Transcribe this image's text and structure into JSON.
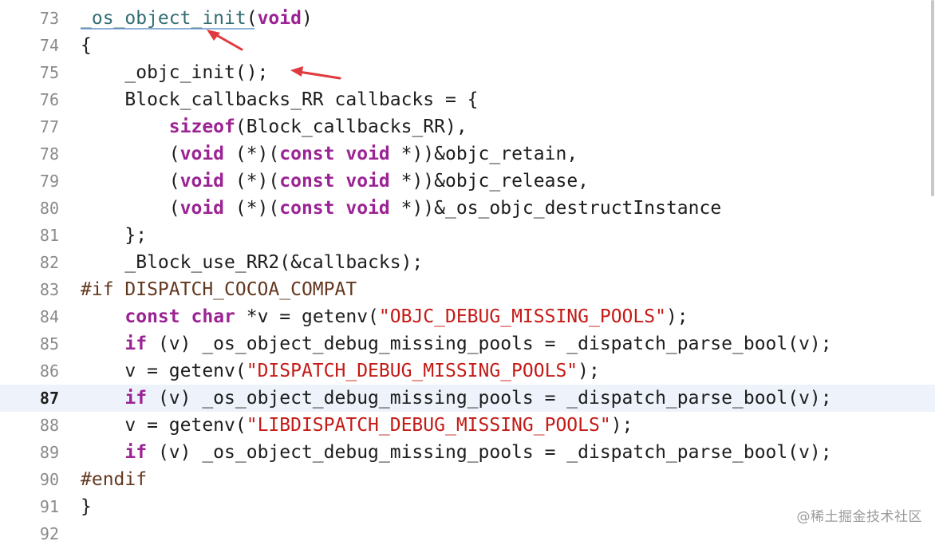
{
  "editor": {
    "lines": [
      {
        "number": "73",
        "tokens": [
          {
            "t": "_os_object_init",
            "c": "fn"
          },
          {
            "t": "(",
            "c": "plain"
          },
          {
            "t": "void",
            "c": "kw"
          },
          {
            "t": ")",
            "c": "plain"
          }
        ]
      },
      {
        "number": "74",
        "tokens": [
          {
            "t": "{",
            "c": "plain"
          }
        ]
      },
      {
        "number": "75",
        "tokens": [
          {
            "t": "    _objc_init();",
            "c": "plain"
          }
        ]
      },
      {
        "number": "76",
        "tokens": [
          {
            "t": "    Block_callbacks_RR callbacks = {",
            "c": "plain"
          }
        ]
      },
      {
        "number": "77",
        "tokens": [
          {
            "t": "        ",
            "c": "plain"
          },
          {
            "t": "sizeof",
            "c": "kw"
          },
          {
            "t": "(Block_callbacks_RR),",
            "c": "plain"
          }
        ]
      },
      {
        "number": "78",
        "tokens": [
          {
            "t": "        (",
            "c": "plain"
          },
          {
            "t": "void",
            "c": "kw"
          },
          {
            "t": " (*)(",
            "c": "plain"
          },
          {
            "t": "const",
            "c": "kw"
          },
          {
            "t": " ",
            "c": "plain"
          },
          {
            "t": "void",
            "c": "kw"
          },
          {
            "t": " *))&objc_retain,",
            "c": "plain"
          }
        ]
      },
      {
        "number": "79",
        "tokens": [
          {
            "t": "        (",
            "c": "plain"
          },
          {
            "t": "void",
            "c": "kw"
          },
          {
            "t": " (*)(",
            "c": "plain"
          },
          {
            "t": "const",
            "c": "kw"
          },
          {
            "t": " ",
            "c": "plain"
          },
          {
            "t": "void",
            "c": "kw"
          },
          {
            "t": " *))&objc_release,",
            "c": "plain"
          }
        ]
      },
      {
        "number": "80",
        "tokens": [
          {
            "t": "        (",
            "c": "plain"
          },
          {
            "t": "void",
            "c": "kw"
          },
          {
            "t": " (*)(",
            "c": "plain"
          },
          {
            "t": "const",
            "c": "kw"
          },
          {
            "t": " ",
            "c": "plain"
          },
          {
            "t": "void",
            "c": "kw"
          },
          {
            "t": " *))&_os_objc_destructInstance",
            "c": "plain"
          }
        ]
      },
      {
        "number": "81",
        "tokens": [
          {
            "t": "    };",
            "c": "plain"
          }
        ]
      },
      {
        "number": "82",
        "tokens": [
          {
            "t": "    _Block_use_RR2(&callbacks);",
            "c": "plain"
          }
        ]
      },
      {
        "number": "83",
        "tokens": [
          {
            "t": "#if DISPATCH_COCOA_COMPAT",
            "c": "pp"
          }
        ]
      },
      {
        "number": "84",
        "tokens": [
          {
            "t": "    ",
            "c": "plain"
          },
          {
            "t": "const",
            "c": "kw"
          },
          {
            "t": " ",
            "c": "plain"
          },
          {
            "t": "char",
            "c": "kw"
          },
          {
            "t": " *v = getenv(",
            "c": "plain"
          },
          {
            "t": "\"OBJC_DEBUG_MISSING_POOLS\"",
            "c": "str"
          },
          {
            "t": ");",
            "c": "plain"
          }
        ]
      },
      {
        "number": "85",
        "tokens": [
          {
            "t": "    ",
            "c": "plain"
          },
          {
            "t": "if",
            "c": "kw"
          },
          {
            "t": " (v) _os_object_debug_missing_pools = _dispatch_parse_bool(v);",
            "c": "plain"
          }
        ]
      },
      {
        "number": "86",
        "tokens": [
          {
            "t": "    v = getenv(",
            "c": "plain"
          },
          {
            "t": "\"DISPATCH_DEBUG_MISSING_POOLS\"",
            "c": "str"
          },
          {
            "t": ");",
            "c": "plain"
          }
        ]
      },
      {
        "number": "87",
        "current": true,
        "tokens": [
          {
            "t": "    ",
            "c": "plain"
          },
          {
            "t": "if",
            "c": "kw"
          },
          {
            "t": " (v) _os_object_debug_missing_pools = _dispatch_parse_bool(v);",
            "c": "plain"
          }
        ]
      },
      {
        "number": "88",
        "tokens": [
          {
            "t": "    v = getenv(",
            "c": "plain"
          },
          {
            "t": "\"LIBDISPATCH_DEBUG_MISSING_POOLS\"",
            "c": "str"
          },
          {
            "t": ");",
            "c": "plain"
          }
        ]
      },
      {
        "number": "89",
        "tokens": [
          {
            "t": "    ",
            "c": "plain"
          },
          {
            "t": "if",
            "c": "kw"
          },
          {
            "t": " (v) _os_object_debug_missing_pools = _dispatch_parse_bool(v);",
            "c": "plain"
          }
        ]
      },
      {
        "number": "90",
        "tokens": [
          {
            "t": "#endif",
            "c": "pp"
          }
        ]
      },
      {
        "number": "91",
        "tokens": [
          {
            "t": "}",
            "c": "plain"
          }
        ]
      },
      {
        "number": "92",
        "tokens": []
      }
    ]
  },
  "watermark": "@稀土掘金技术社区",
  "colors": {
    "keyword": "#9b2393",
    "string": "#c41a16",
    "preprocessor": "#643820",
    "function_name": "#326d74",
    "plain": "#1d1d1d",
    "line_number": "#8a8a8a",
    "current_line_bg": "#eef3fb",
    "annotation_arrow": "#e0393e"
  }
}
